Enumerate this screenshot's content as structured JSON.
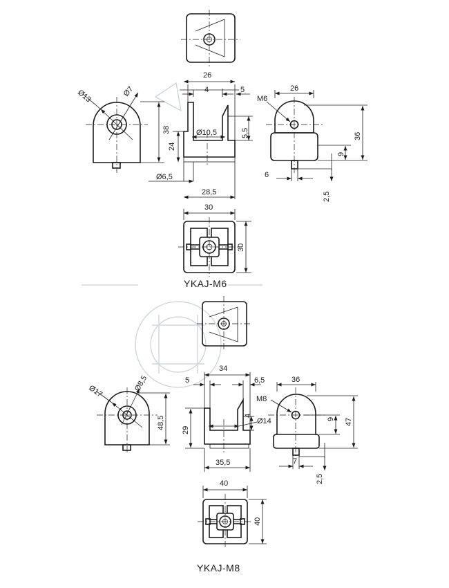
{
  "parts": [
    {
      "label": "YKAJ-M6",
      "dims": {
        "d13": "Ø13",
        "d7": "Ø7",
        "h38": "38",
        "w26": "26",
        "w4": "4",
        "w5": "5",
        "d10_5": "Ø10,5",
        "h5_5": "5,5",
        "h24": "24",
        "d6_5": "Ø6,5",
        "w28_5": "28,5",
        "m6": "M6",
        "w26b": "26",
        "h36": "36",
        "h9": "9",
        "w6": "6",
        "h2_5": "2,5",
        "w30": "30",
        "h30": "30"
      }
    },
    {
      "label": "YKAJ-M8",
      "dims": {
        "d17": "Ø17",
        "d8_5": "Ø8,5",
        "h48_5": "48,5",
        "w34": "34",
        "w5": "5",
        "w6_5": "6,5",
        "w4": "4",
        "d14": "Ø14",
        "h29": "29",
        "w35_5": "35,5",
        "m8": "M8",
        "w36": "36",
        "h47": "47",
        "h9": "9",
        "w7": "7",
        "h2_5": "2,5",
        "w40": "40",
        "h40": "40"
      }
    }
  ]
}
